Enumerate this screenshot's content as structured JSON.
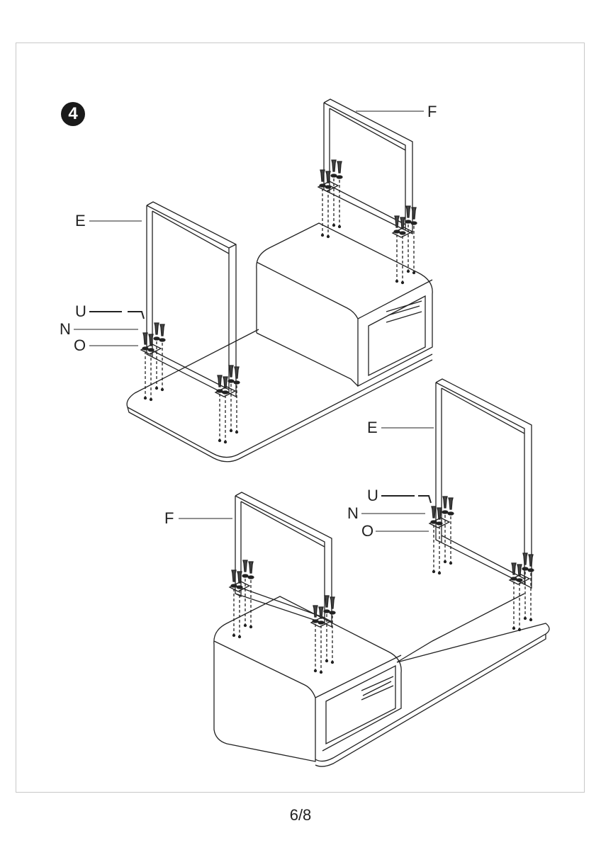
{
  "step_number": "4",
  "top_assembly": {
    "labels": {
      "F": "F",
      "E": "E",
      "U": "U",
      "N": "N",
      "O": "O"
    }
  },
  "bottom_assembly": {
    "labels": {
      "E": "E",
      "U": "U",
      "N": "N",
      "O": "O",
      "F": "F"
    }
  },
  "page_number": "6/8"
}
